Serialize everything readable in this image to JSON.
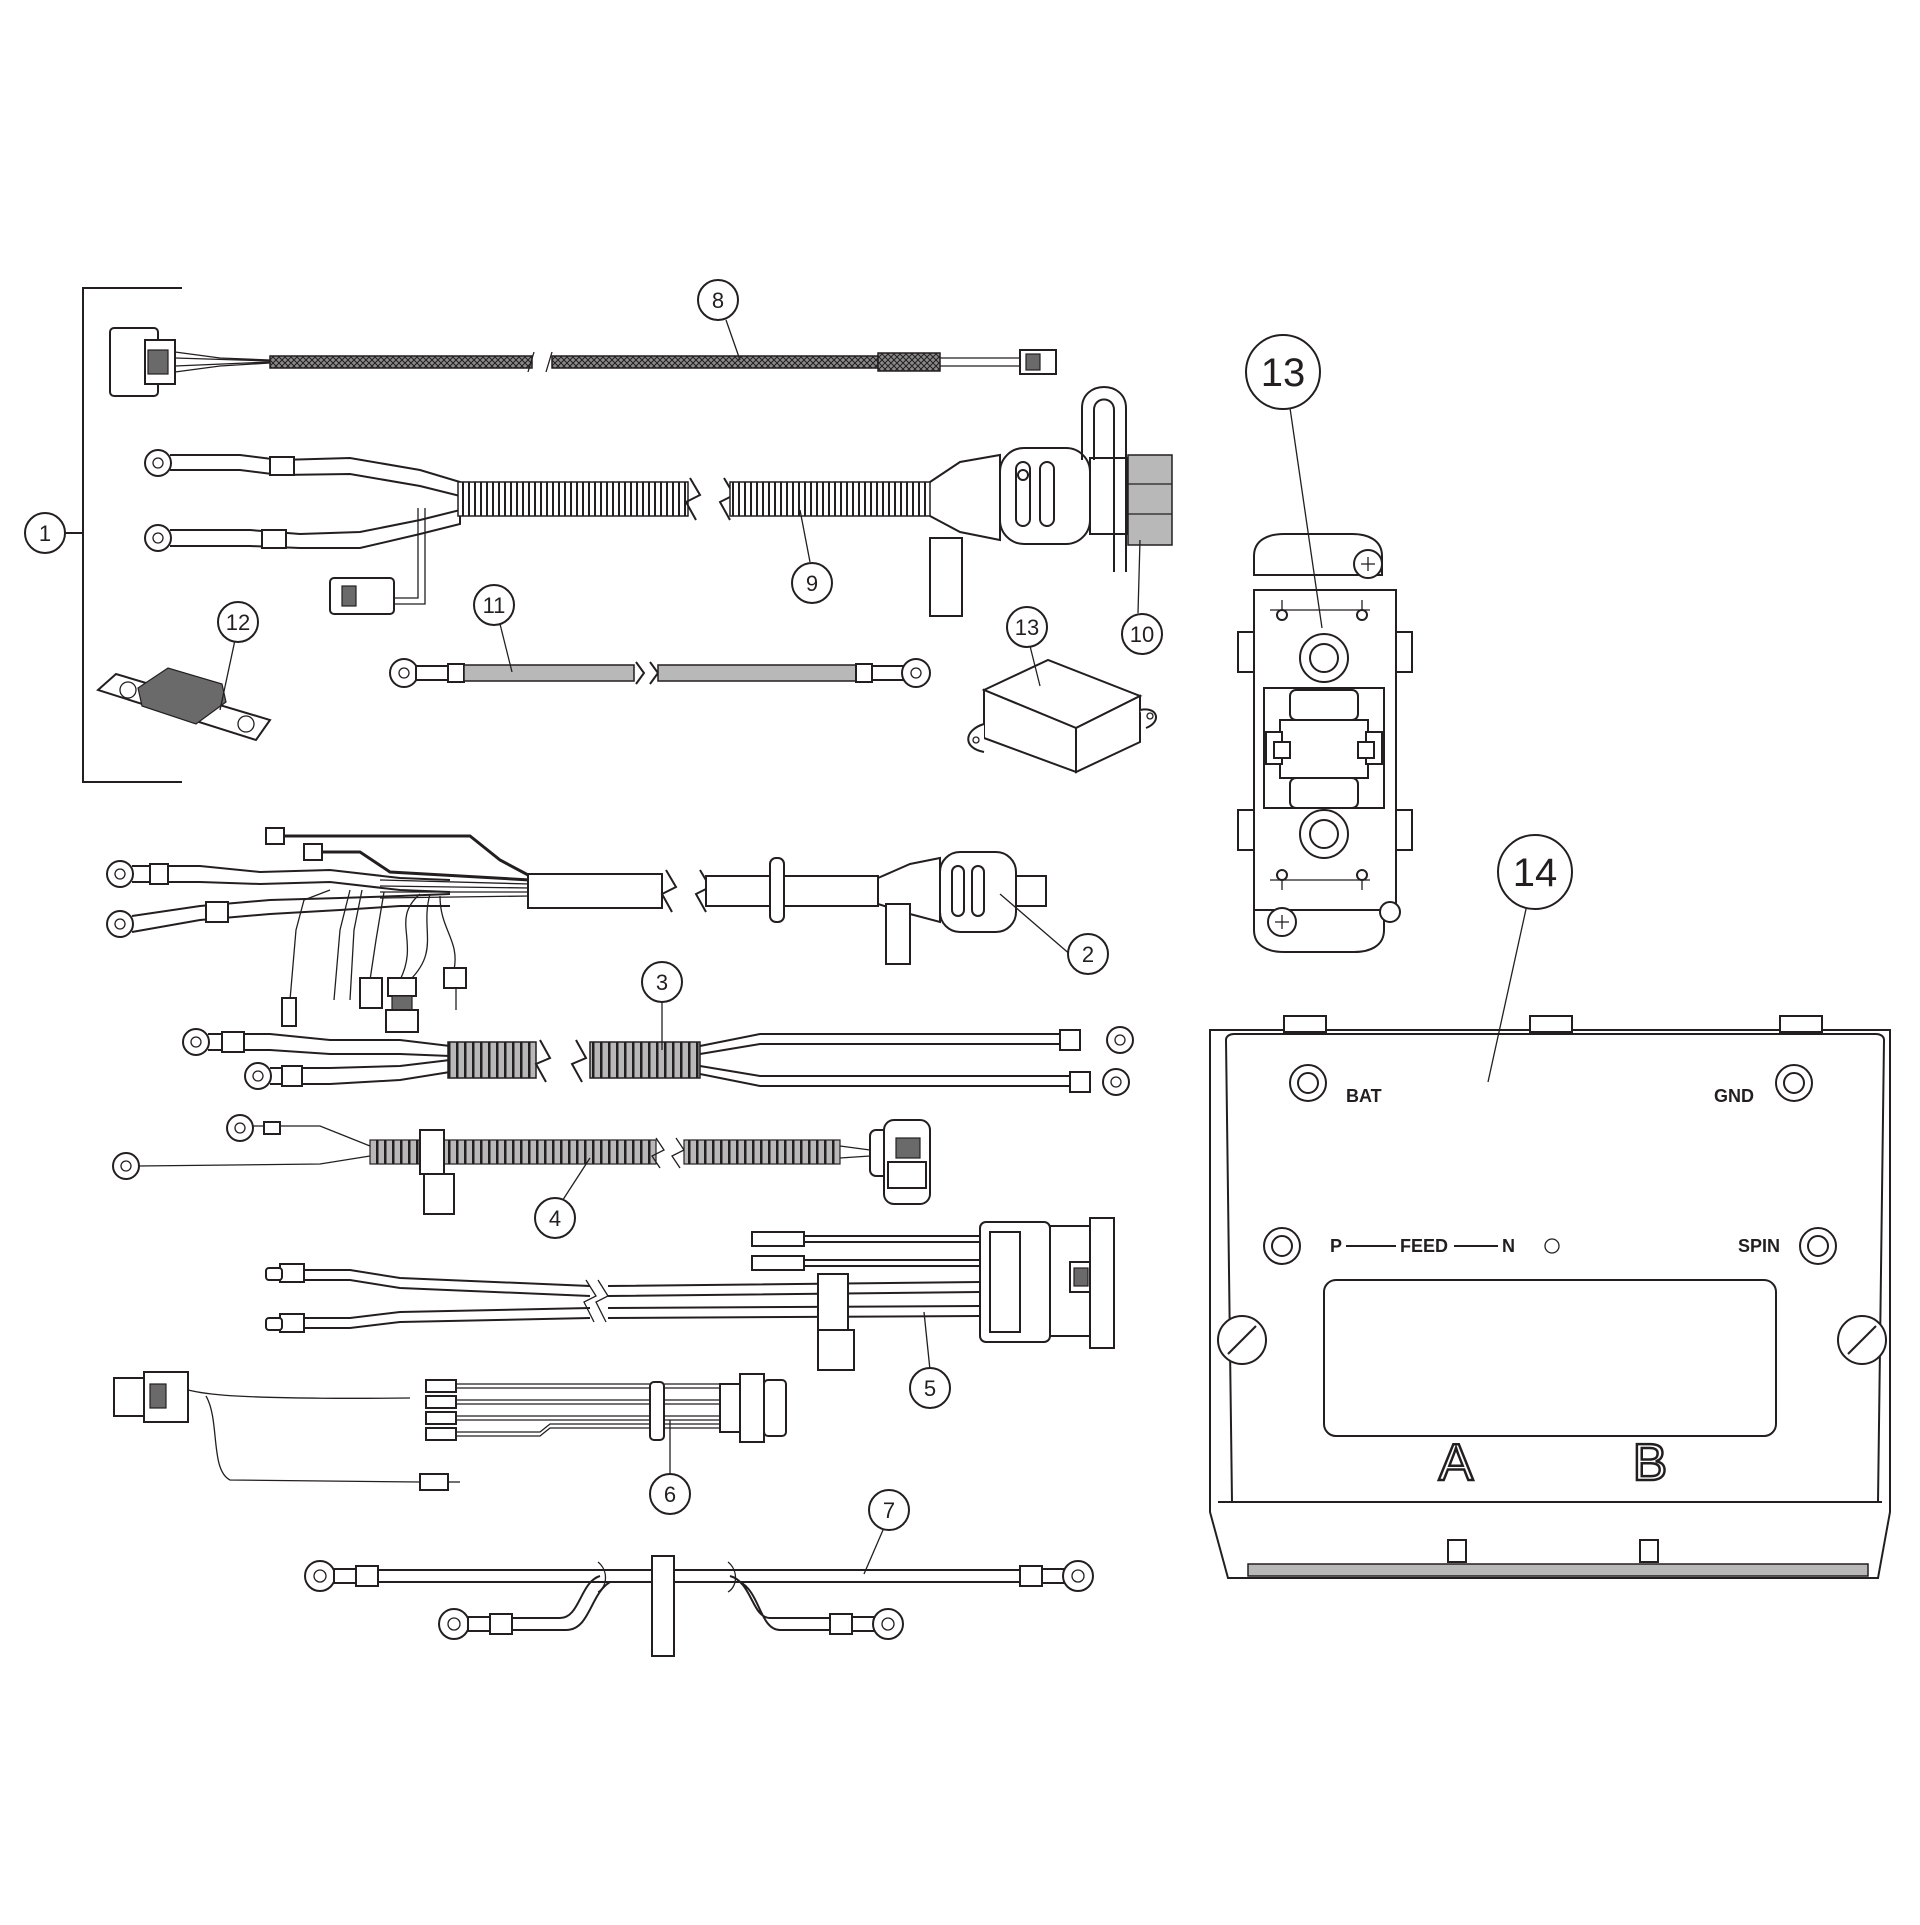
{
  "callouts": {
    "c1": "1",
    "c2": "2",
    "c3": "3",
    "c4": "4",
    "c5": "5",
    "c6": "6",
    "c7": "7",
    "c8": "8",
    "c9": "9",
    "c10": "10",
    "c11": "11",
    "c12": "12",
    "c13_small": "13",
    "c13_large": "13",
    "c14": "14"
  },
  "controller": {
    "bat": "BAT",
    "gnd": "GND",
    "p": "P",
    "feed": "FEED",
    "n": "N",
    "spin": "SPIN",
    "section_a": "A",
    "section_b": "B"
  },
  "colors": {
    "line": "#231f20",
    "sleeve_gray": "#b8b8b8",
    "braid_dark": "#6a6a6a",
    "background": "#ffffff"
  }
}
